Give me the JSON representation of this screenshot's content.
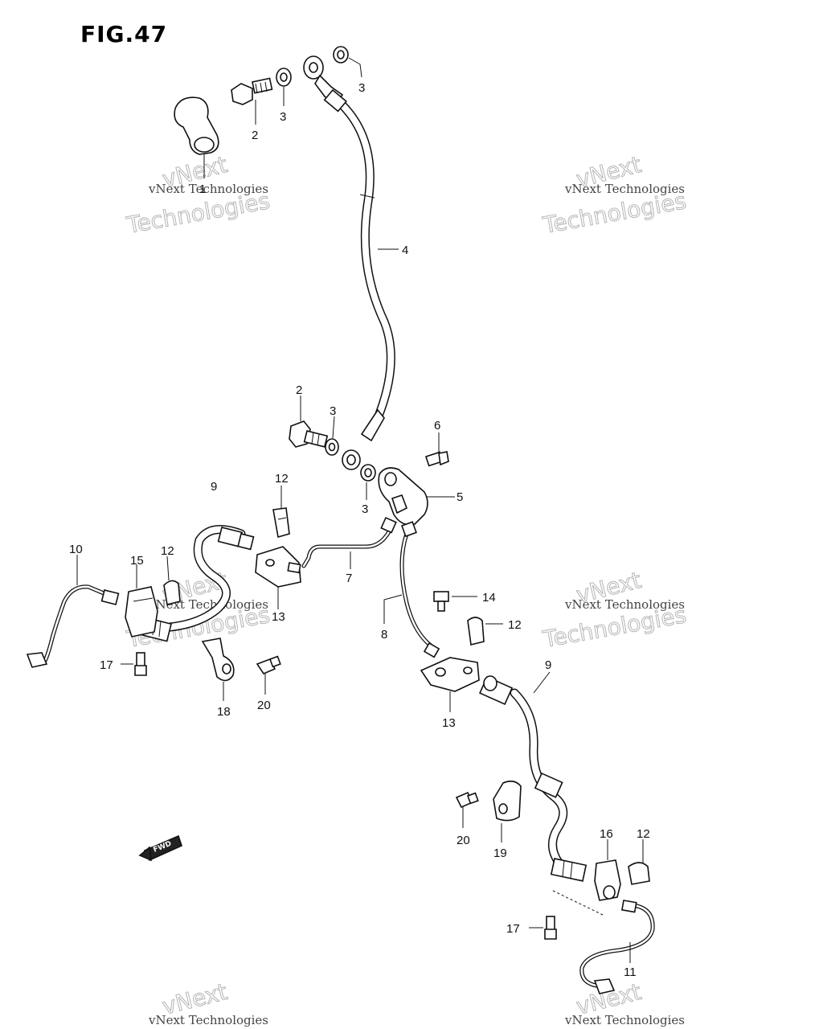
{
  "figure": {
    "title": "FIG.47"
  },
  "watermark": {
    "small": "vNext Technologies",
    "big_top": "vNext",
    "big_bottom": "Technologies"
  },
  "fwd_label": "FWD",
  "callouts": {
    "c1": "1",
    "c2a": "2",
    "c3a": "3",
    "c3b": "3",
    "c4": "4",
    "c2b": "2",
    "c3c": "3",
    "c3d": "3",
    "c6": "6",
    "c5": "5",
    "c9a": "9",
    "c12a": "12",
    "c10": "10",
    "c15": "15",
    "c12b": "12",
    "c7": "7",
    "c13a": "13",
    "c14": "14",
    "c12c": "12",
    "c8": "8",
    "c17a": "17",
    "c18": "18",
    "c20a": "20",
    "c13b": "13",
    "c9b": "9",
    "c20b": "20",
    "c19": "19",
    "c16": "16",
    "c12d": "12",
    "c17b": "17",
    "c11": "11"
  }
}
